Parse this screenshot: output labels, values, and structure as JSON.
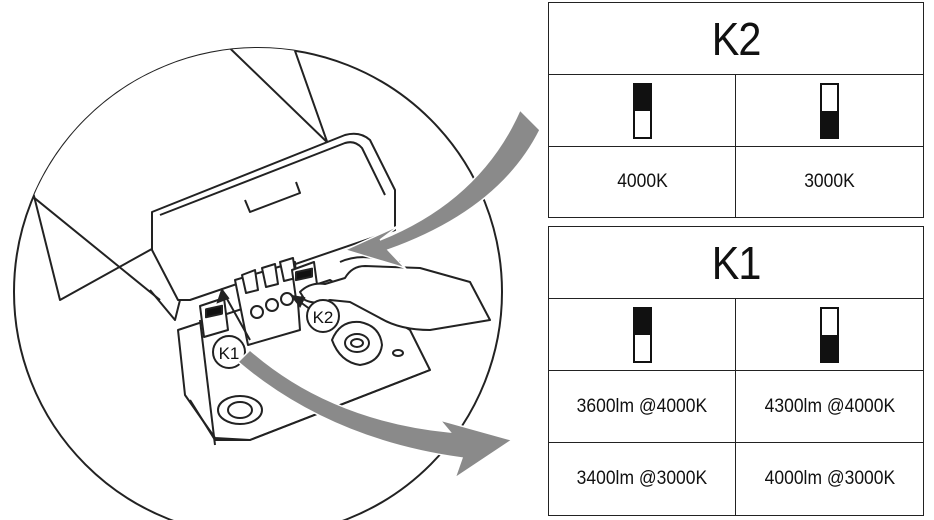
{
  "illustration": {
    "callout_k1": "K1",
    "callout_k2": "K2"
  },
  "k2_table": {
    "title": "K2",
    "switch_left": "up",
    "switch_right": "down",
    "left_label": "4000K",
    "right_label": "3000K"
  },
  "k1_table": {
    "title": "K1",
    "switch_left": "up",
    "switch_right": "down",
    "rows": [
      {
        "left": "3600lm @4000K",
        "right": "4300lm @4000K"
      },
      {
        "left": "3400lm @3000K",
        "right": "4000lm @3000K"
      }
    ]
  }
}
